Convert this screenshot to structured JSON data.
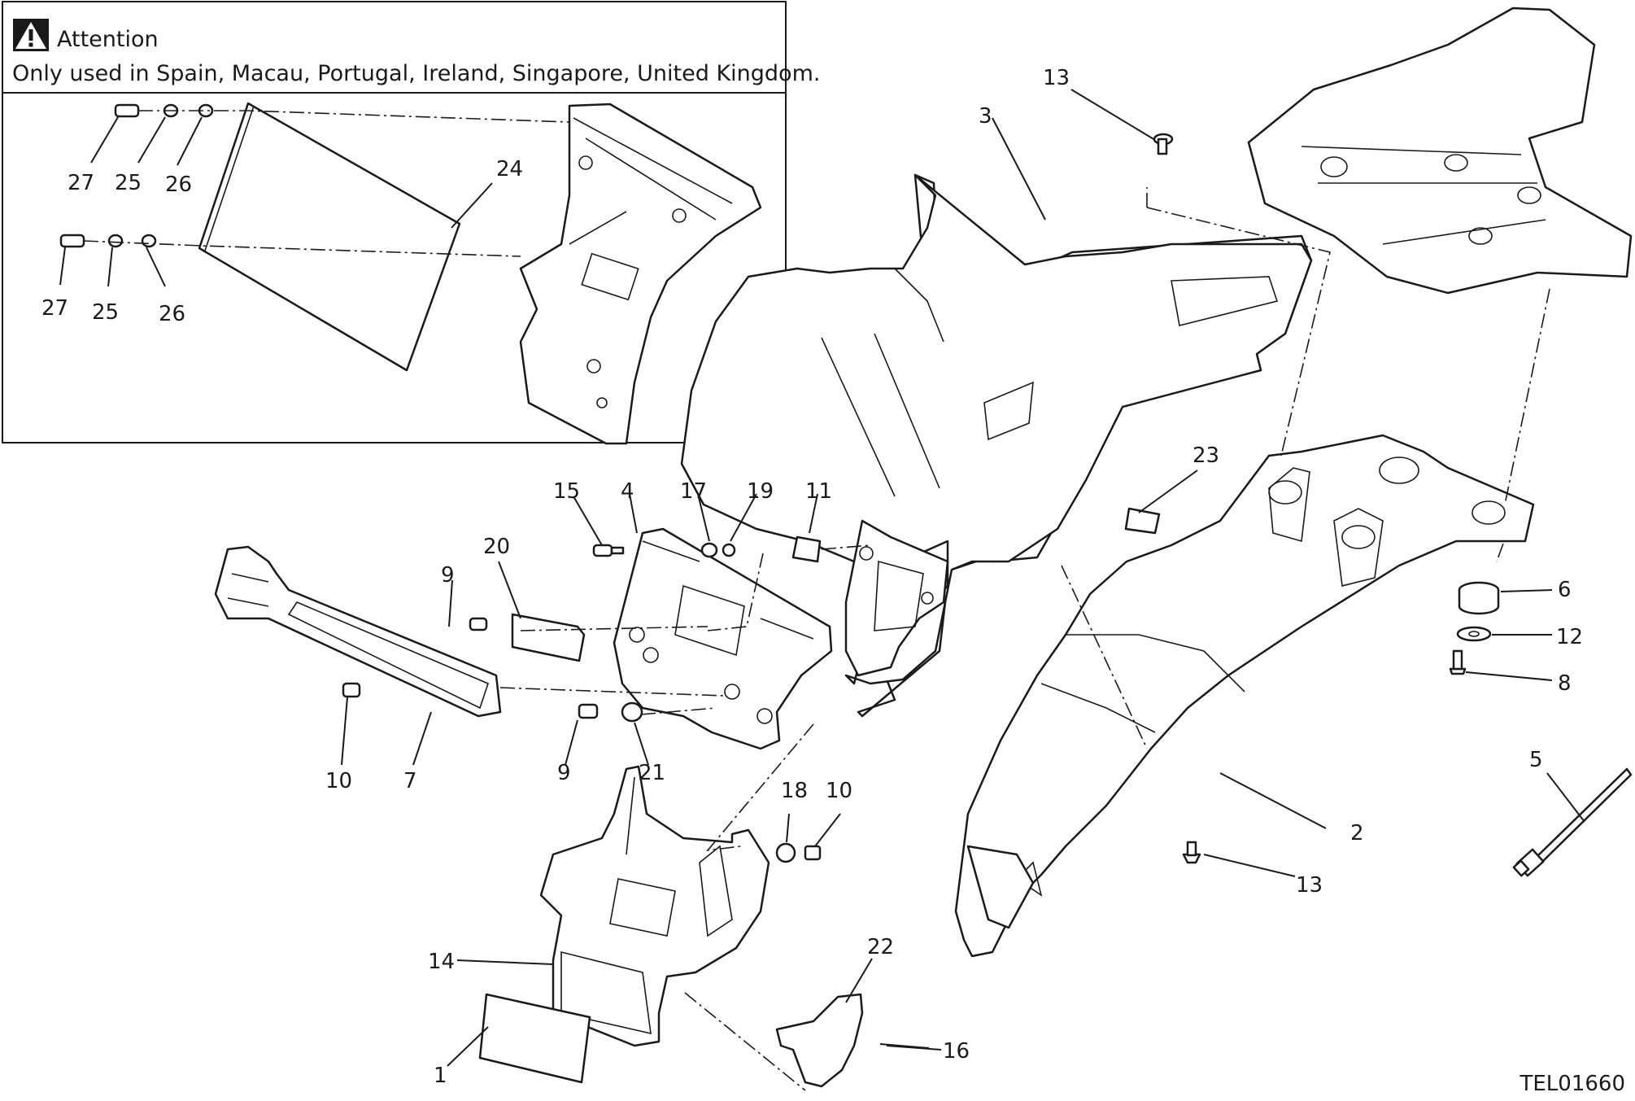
{
  "attention": {
    "title": "Attention",
    "text": "Only used in Spain, Macau, Portugal, Ireland, Singapore, United Kingdom."
  },
  "icons": {
    "warning": "warning-triangle-icon"
  },
  "drawing_code": "TEL01660",
  "callouts": {
    "c1": "1",
    "c2": "2",
    "c3": "3",
    "c4": "4",
    "c5": "5",
    "c6": "6",
    "c7": "7",
    "c8": "8",
    "c9a": "9",
    "c9b": "9",
    "c10a": "10",
    "c10b": "10",
    "c11": "11",
    "c12": "12",
    "c13a": "13",
    "c13b": "13",
    "c14": "14",
    "c15": "15",
    "c16": "16",
    "c17": "17",
    "c18": "18",
    "c19": "19",
    "c20": "20",
    "c21": "21",
    "c22": "22",
    "c23": "23",
    "c24": "24",
    "c25a": "25",
    "c25b": "25",
    "c26a": "26",
    "c26b": "26",
    "c27a": "27",
    "c27b": "27"
  }
}
